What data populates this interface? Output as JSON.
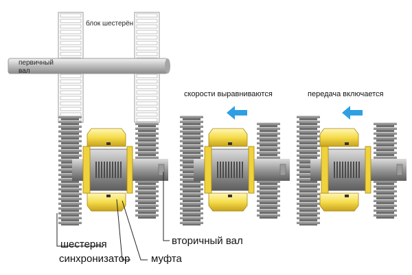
{
  "labels": {
    "gear_block": "блок шестерён",
    "primary_shaft": "первичный\nвал",
    "gear": "шестерня",
    "synchronizer": "синхронизатор",
    "secondary_shaft": "вторичный вал",
    "sleeve": "муфта"
  },
  "stages": [
    {
      "caption": ""
    },
    {
      "caption": "скорости выравниваются"
    },
    {
      "caption": "передача включается"
    }
  ],
  "colors": {
    "gear": "#8e8e8e",
    "gear_light": "#e6e6e6",
    "synchro": "#f7e15a",
    "synchro_dark": "#c9a92a",
    "arrow": "#2f9fe3",
    "shaft": "#c9c9c9"
  },
  "icons": {
    "direction_arrow": "arrow-left-icon"
  }
}
